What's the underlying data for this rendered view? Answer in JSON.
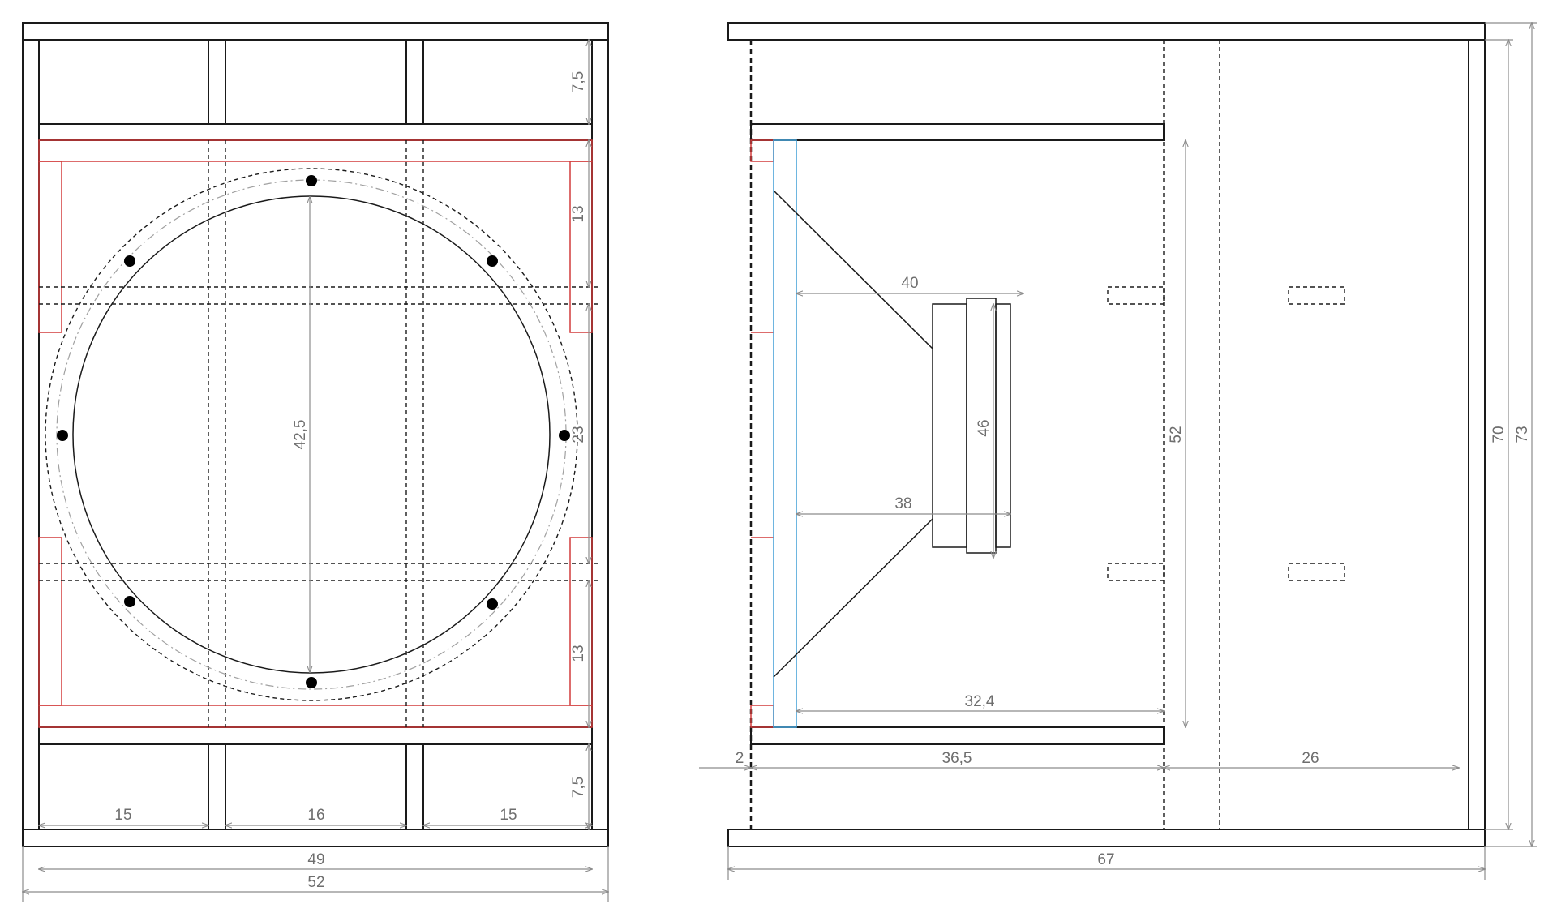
{
  "front_view": {
    "dimensions": {
      "top_brace_offset": "7,5",
      "upper_gap": "13",
      "middle_gap": "23",
      "lower_gap": "13",
      "bottom_brace_offset": "7,5",
      "cutout_diameter": "42,5",
      "left_bay": "15",
      "center_bay": "16",
      "right_bay": "15",
      "inner_width": "49",
      "outer_width": "52"
    }
  },
  "side_view": {
    "dimensions": {
      "depth_40": "40",
      "depth_38": "38",
      "magnet_height": "46",
      "baffle_height": "52",
      "depth_32_4": "32,4",
      "front_offset": "2",
      "front_chamber_depth": "36,5",
      "rear_chamber_depth": "26",
      "inner_height": "70",
      "outer_height": "73",
      "outer_depth": "67"
    }
  },
  "colors": {
    "outline": "#1a1a1a",
    "brace_red": "#d23c3c",
    "baffle_blue": "#4aa3d8",
    "dimension_gray": "#8c8c8c"
  }
}
